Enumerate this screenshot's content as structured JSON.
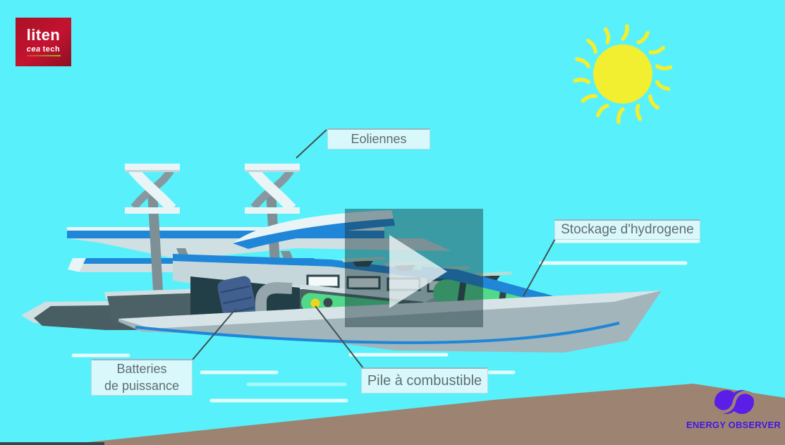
{
  "branding": {
    "liten": {
      "title": "liten",
      "sub_cea": "cea",
      "sub_tech": "tech"
    },
    "energy_observer": {
      "label": "ENERGY OBSERVER"
    }
  },
  "labels": {
    "eoliennes": {
      "text": "Eoliennes"
    },
    "stockage": {
      "text": "Stockage d'hydrogene"
    },
    "batteries": {
      "line1": "Batteries",
      "line2": "de puissance"
    },
    "pile": {
      "text": "Pile à combustible"
    }
  },
  "colors": {
    "sky": "#58f1fb",
    "sun": "#f2ee30",
    "ground": "#9d8472",
    "accent_blue": "#1f86d8",
    "energy_green": "#50d988",
    "hull_gray": "#a2b5ba",
    "dark_band": "#4c6166",
    "battery_blue": "#41608f",
    "label_bg": "#d9f8fb",
    "label_text": "#5f6e72",
    "liten_red": "#c01330",
    "eo_purple": "#5a1ee6"
  }
}
